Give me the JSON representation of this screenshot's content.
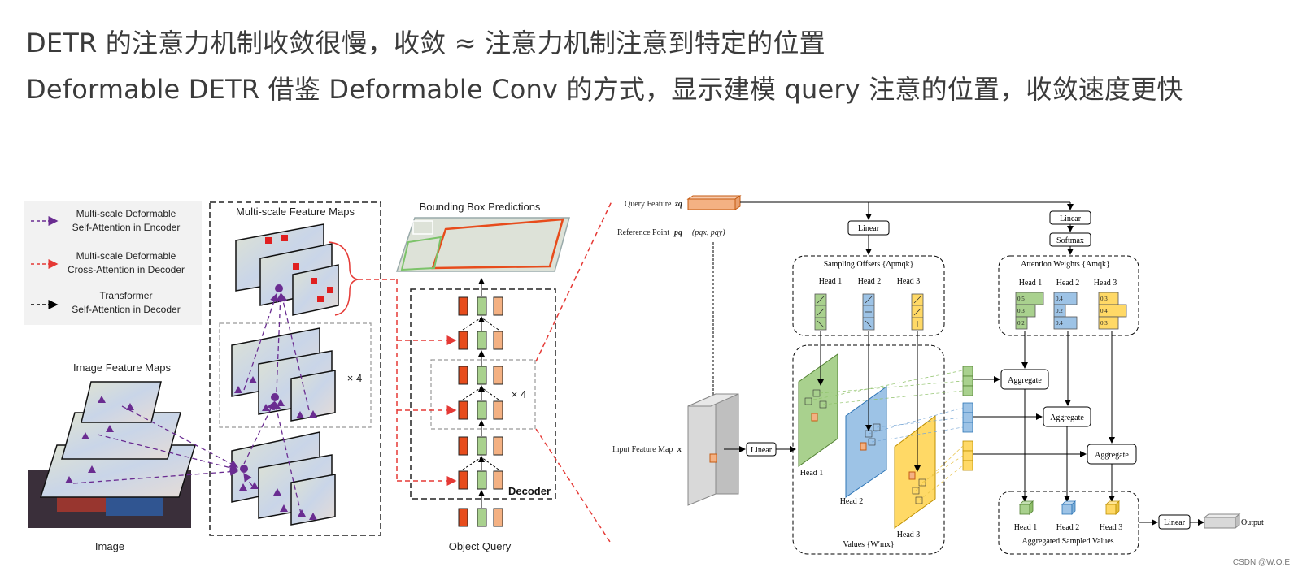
{
  "header": {
    "line1": "DETR 的注意力机制收敛很慢，收敛 ≈ 注意力机制注意到特定的位置",
    "line2": "Deformable DETR 借鉴 Deformable Conv 的方式，显示建模 query 注意的位置，收敛速度更快"
  },
  "legend": {
    "encoder_line1": "Multi-scale Deformable",
    "encoder_line2": "Self-Attention in Encoder",
    "decoder_line1": "Multi-scale Deformable",
    "decoder_line2": "Cross-Attention in Decoder",
    "self_line1": "Transformer",
    "self_line2": "Self-Attention in Decoder"
  },
  "left": {
    "image_feature_maps": "Image Feature Maps",
    "image": "Image",
    "multi_scale_feature_maps": "Multi-scale Feature Maps",
    "repeat_encoder": "× 4",
    "bbox_predictions": "Bounding Box Predictions",
    "decoder": "Decoder",
    "repeat_decoder": "× 4",
    "object_query": "Object Query"
  },
  "right": {
    "query_feature": "Query Feature",
    "query_symbol": "zq",
    "reference_point": "Reference Point",
    "ref_symbol": "pq",
    "ref_coords": "(pqx, pqy)",
    "input_feature_map": "Input Feature Map",
    "input_symbol": "x",
    "linear_input": "Linear",
    "linear_offsets": "Linear",
    "linear_attention": "Linear",
    "softmax": "Softmax",
    "sampling_offsets": "Sampling Offsets {Δpmqk}",
    "attention_weights": "Attention Weights {Amqk}",
    "head1": "Head 1",
    "head2": "Head 2",
    "head3": "Head 3",
    "values_label": "Values {W′mx}",
    "aggregate": "Aggregate",
    "aggregated_values": "Aggregated Sampled Values",
    "linear_output": "Linear",
    "output": "Output",
    "weights_head1": [
      "0.5",
      "0.3",
      "0.2"
    ],
    "weights_head2": [
      "0.4",
      "0.2",
      "0.4"
    ],
    "weights_head3": [
      "0.3",
      "0.4",
      "0.3"
    ]
  },
  "colors": {
    "green": "#a9d18e",
    "blue": "#9dc3e6",
    "yellow": "#ffd966",
    "orange": "#f4b183",
    "red": "#e74c1c",
    "purple": "#6a2c91"
  },
  "watermark": "CSDN @W.O.E"
}
